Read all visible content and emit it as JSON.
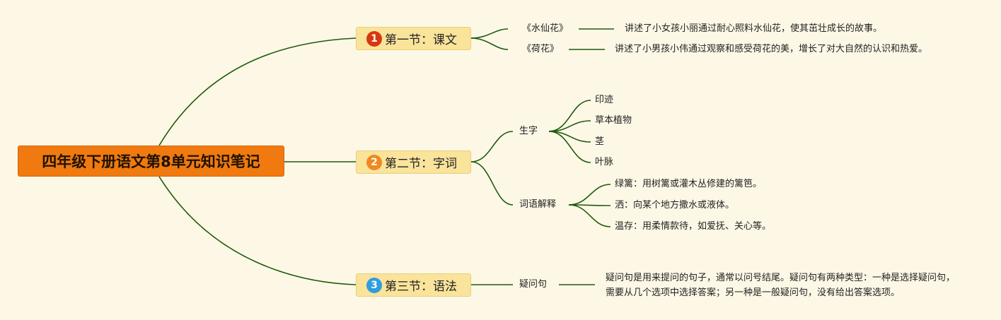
{
  "title": "四年级下册语文第8单元知识笔记",
  "colors": {
    "background": "#fdf8e6",
    "root_fill": "#f07a10",
    "section_fill": "#fae39b",
    "line": "#1e5a0c",
    "badge_1": "#d8380f",
    "badge_2": "#ef8a22",
    "badge_3": "#2e9ee0"
  },
  "sections": [
    {
      "badge": "1",
      "label": "第一节：课文",
      "items": [
        {
          "label": "《水仙花》",
          "detail": "讲述了小女孩小丽通过耐心照料水仙花，使其茁壮成长的故事。"
        },
        {
          "label": "《荷花》",
          "detail": "讲述了小男孩小伟通过观察和感受荷花的美，增长了对大自然的认识和热爱。"
        }
      ]
    },
    {
      "badge": "2",
      "label": "第二节：字词",
      "groups": [
        {
          "label": "生字",
          "children": [
            "印迹",
            "草本植物",
            "茎",
            "叶脉"
          ]
        },
        {
          "label": "词语解释",
          "children": [
            "绿篱：用树篱或灌木丛修建的篱笆。",
            "洒：向某个地方撒水或液体。",
            "温存：用柔情款待，如爱抚、关心等。"
          ]
        }
      ]
    },
    {
      "badge": "3",
      "label": "第三节：语法",
      "items": [
        {
          "label": "疑问句",
          "detail": "疑问句是用来提问的句子，通常以问号结尾。疑问句有两种类型：一种是选择疑问句，需要从几个选项中选择答案；另一种是一般疑问句，没有给出答案选项。"
        }
      ]
    }
  ]
}
